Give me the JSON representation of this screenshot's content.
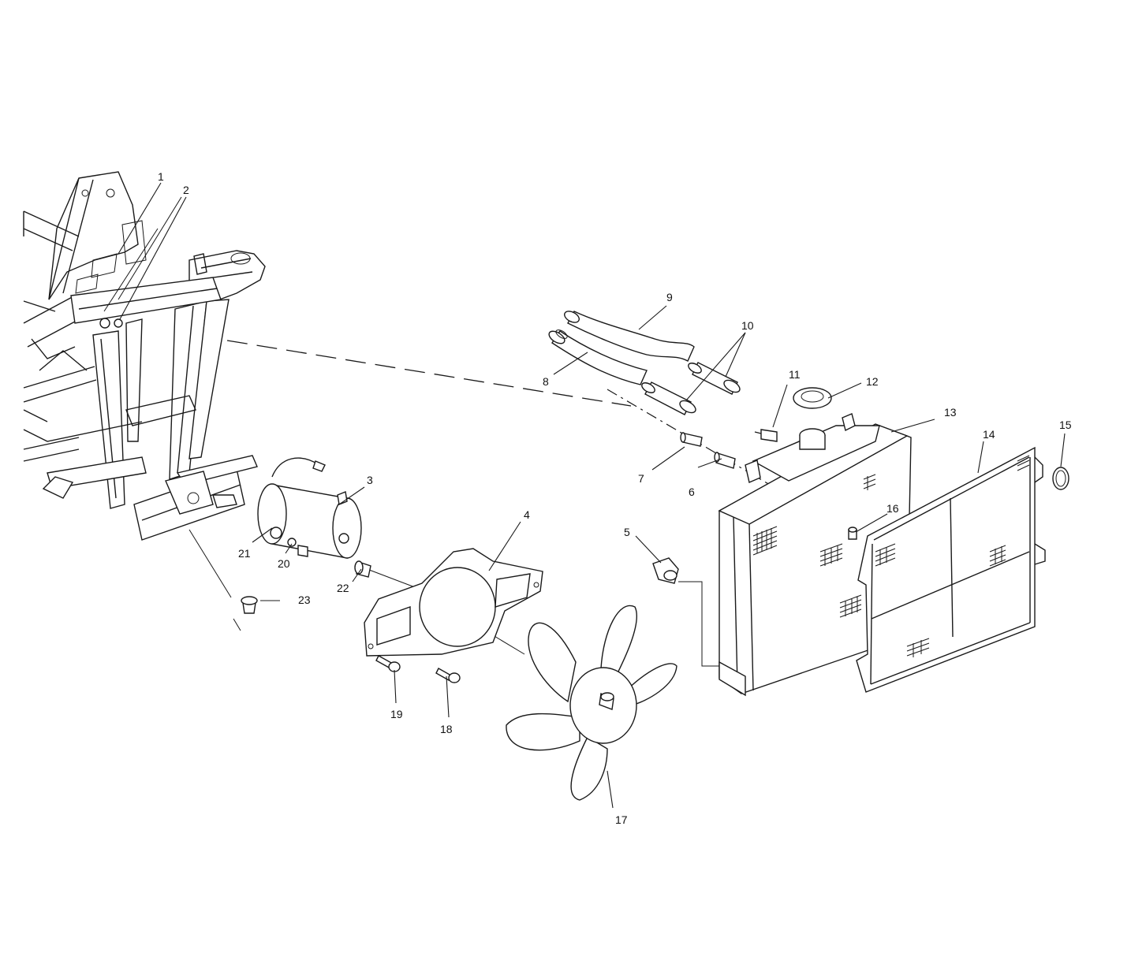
{
  "diagram": {
    "type": "exploded-parts-view",
    "callouts": [
      {
        "id": "1",
        "label": "1"
      },
      {
        "id": "2",
        "label": "2"
      },
      {
        "id": "3",
        "label": "3"
      },
      {
        "id": "4",
        "label": "4"
      },
      {
        "id": "5",
        "label": "5"
      },
      {
        "id": "6",
        "label": "6"
      },
      {
        "id": "7",
        "label": "7"
      },
      {
        "id": "8",
        "label": "8"
      },
      {
        "id": "9",
        "label": "9"
      },
      {
        "id": "10",
        "label": "10"
      },
      {
        "id": "11",
        "label": "11"
      },
      {
        "id": "12",
        "label": "12"
      },
      {
        "id": "13",
        "label": "13"
      },
      {
        "id": "14",
        "label": "14"
      },
      {
        "id": "15",
        "label": "15"
      },
      {
        "id": "16",
        "label": "16"
      },
      {
        "id": "17",
        "label": "17"
      },
      {
        "id": "18",
        "label": "18"
      },
      {
        "id": "19",
        "label": "19"
      },
      {
        "id": "20",
        "label": "20"
      },
      {
        "id": "21",
        "label": "21"
      },
      {
        "id": "22",
        "label": "22"
      },
      {
        "id": "23",
        "label": "23"
      }
    ]
  }
}
